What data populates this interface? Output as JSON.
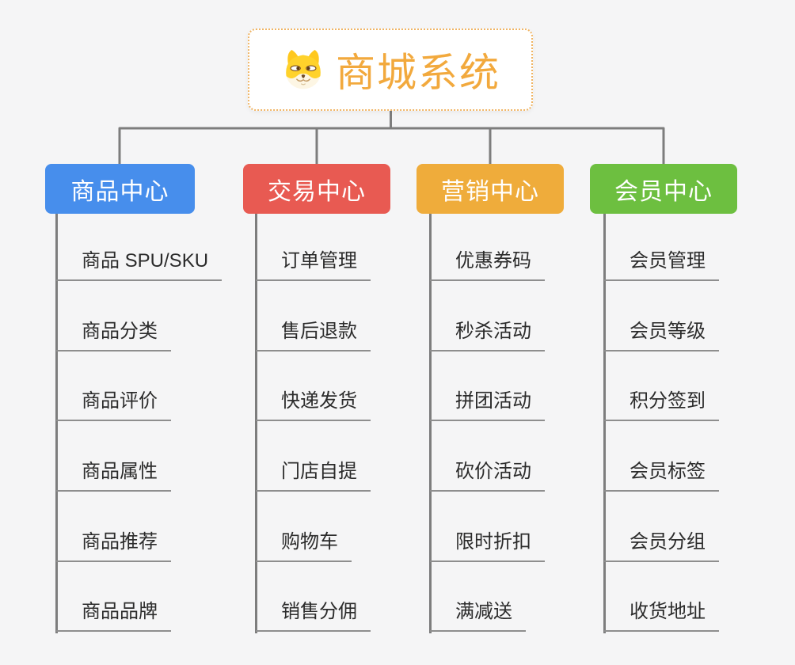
{
  "root": {
    "title": "商城系统",
    "icon": "shiba-dog-icon"
  },
  "branches": [
    {
      "id": "product-center",
      "label": "商品中心",
      "color": "#478EEC",
      "items": [
        "商品 SPU/SKU",
        "商品分类",
        "商品评价",
        "商品属性",
        "商品推荐",
        "商品品牌"
      ]
    },
    {
      "id": "trade-center",
      "label": "交易中心",
      "color": "#E85A52",
      "items": [
        "订单管理",
        "售后退款",
        "快递发货",
        "门店自提",
        "购物车",
        "销售分佣"
      ]
    },
    {
      "id": "marketing-center",
      "label": "营销中心",
      "color": "#EFAC3B",
      "items": [
        "优惠券码",
        "秒杀活动",
        "拼团活动",
        "砍价活动",
        "限时折扣",
        "满减送"
      ]
    },
    {
      "id": "member-center",
      "label": "会员中心",
      "color": "#6DBF40",
      "items": [
        "会员管理",
        "会员等级",
        "积分签到",
        "会员标签",
        "会员分组",
        "收货地址"
      ]
    }
  ],
  "colors": {
    "background": "#F5F5F6",
    "connector": "#7D7D7D",
    "underline": "#8E8E8E",
    "item_text": "#2B2B2B",
    "header_text": "#FFFFFF",
    "title_text": "#F2A93D",
    "root_border": "#F0B565",
    "root_background": "#FFFFFF"
  }
}
